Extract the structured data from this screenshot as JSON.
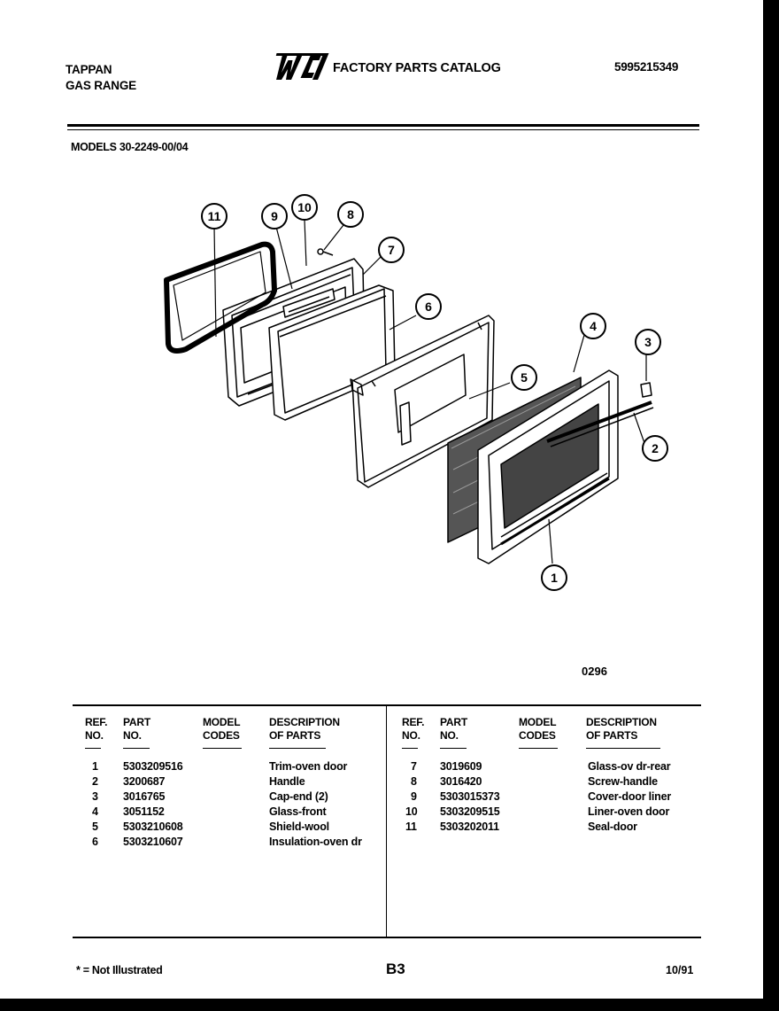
{
  "header": {
    "brand_line1": "TAPPAN",
    "brand_line2": "GAS RANGE",
    "catalog_title": "FACTORY PARTS CATALOG",
    "catalog_number": "5995215349",
    "models": "MODELS 30-2249-00/04"
  },
  "logo": {
    "icon": "wci-logo-icon"
  },
  "diagram": {
    "figure_code": "0296",
    "callouts": [
      "1",
      "2",
      "3",
      "4",
      "5",
      "6",
      "7",
      "8",
      "9",
      "10",
      "11"
    ]
  },
  "table": {
    "headers": {
      "ref_line1": "REF.",
      "ref_line2": "NO.",
      "part_line1": "PART",
      "part_line2": "NO.",
      "model_line1": "MODEL",
      "model_line2": "CODES",
      "desc_line1": "DESCRIPTION",
      "desc_line2": "OF PARTS"
    },
    "left_rows": [
      {
        "ref": "1",
        "part": "5303209516",
        "desc": "Trim-oven door"
      },
      {
        "ref": "2",
        "part": "3200687",
        "desc": "Handle"
      },
      {
        "ref": "3",
        "part": "3016765",
        "desc": "Cap-end (2)"
      },
      {
        "ref": "4",
        "part": "3051152",
        "desc": "Glass-front"
      },
      {
        "ref": "5",
        "part": "5303210608",
        "desc": "Shield-wool"
      },
      {
        "ref": "6",
        "part": "5303210607",
        "desc": "Insulation-oven dr"
      }
    ],
    "right_rows": [
      {
        "ref": "7",
        "part": "3019609",
        "desc": "Glass-ov dr-rear"
      },
      {
        "ref": "8",
        "part": "3016420",
        "desc": "Screw-handle"
      },
      {
        "ref": "9",
        "part": "5303015373",
        "desc": "Cover-door liner"
      },
      {
        "ref": "10",
        "part": "5303209515",
        "desc": "Liner-oven door"
      },
      {
        "ref": "11",
        "part": "5303202011",
        "desc": "Seal-door"
      }
    ]
  },
  "footer": {
    "note": "* = Not Illustrated",
    "page_code": "B3",
    "date": "10/91"
  }
}
